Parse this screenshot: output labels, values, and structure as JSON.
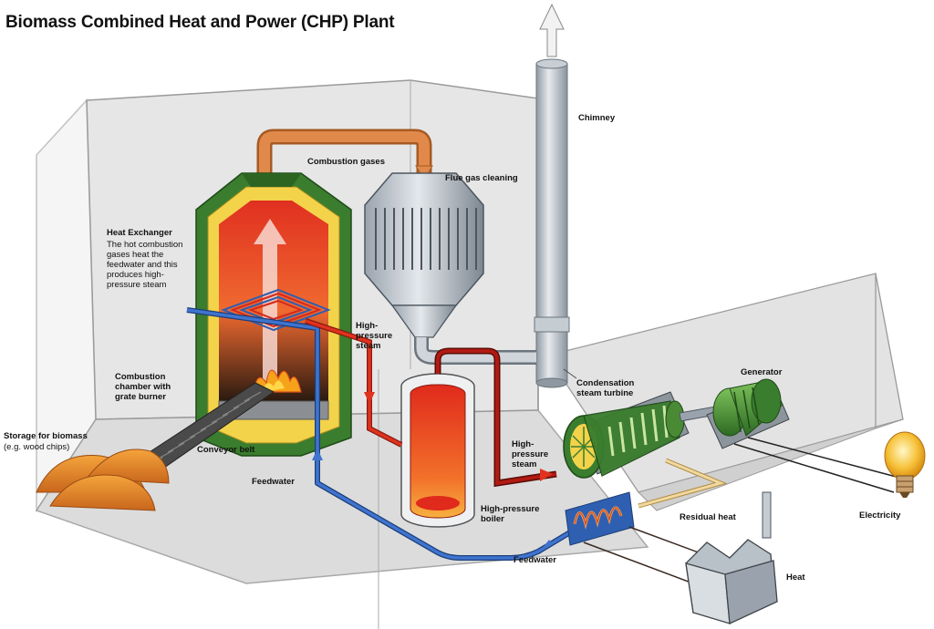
{
  "title": "Biomass Combined Heat and Power (CHP) Plant",
  "labels": {
    "chimney": "Chimney",
    "combustion_gases": "Combustion gases",
    "flue_gas_cleaning": "Flue gas cleaning",
    "heat_exchanger_title": "Heat Exchanger",
    "heat_exchanger_desc": "The hot combustion\ngases heat the\nfeedwater and this\nproduces high-\npressure steam",
    "high_pressure_steam_1": "High-\npressure\nsteam",
    "combustion_chamber": "Combustion\nchamber with\ngrate burner",
    "storage_biomass": "Storage for biomass",
    "storage_biomass_sub": "(e.g. wood chips)",
    "conveyor_belt": "Conveyor belt",
    "feedwater_1": "Feedwater",
    "high_pressure_boiler": "High-pressure\nboiler",
    "high_pressure_steam_2": "High-\npressure\nsteam",
    "condensation_turbine": "Condensation\nsteam turbine",
    "generator": "Generator",
    "residual_heat": "Residual heat",
    "feedwater_2": "Feedwater",
    "heat": "Heat",
    "electricity": "Electricity"
  },
  "colors": {
    "steam_pipe": "#d42a1e",
    "feedwater_pipe": "#2f5fb0",
    "flue_pipe": "#d9803a",
    "furnace_green": "#3a7d2e",
    "furnace_yellow": "#f3d34a",
    "fire": "#e8341c",
    "residual_heat_line": "#e0c080",
    "building": "#d4d4d4"
  }
}
